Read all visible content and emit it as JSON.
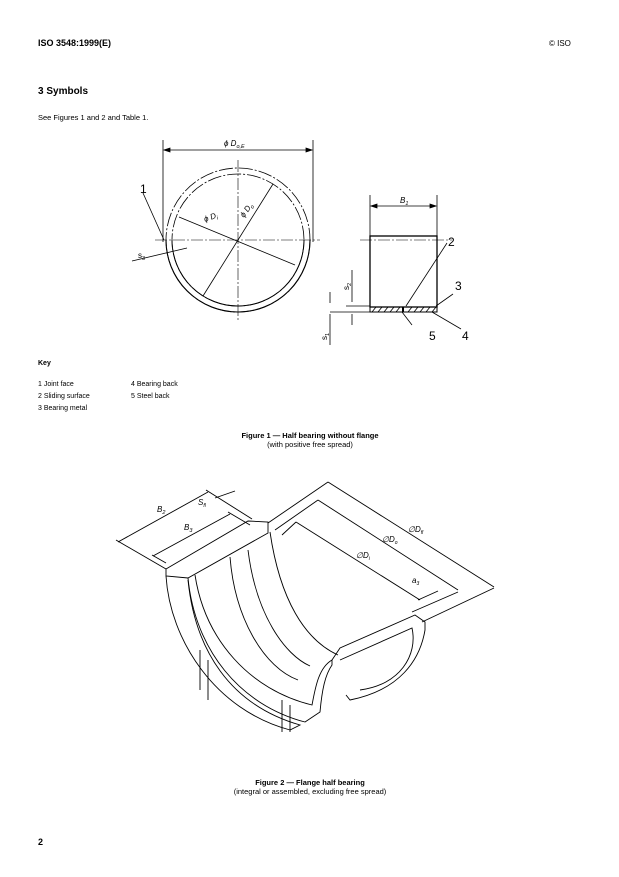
{
  "header": {
    "doc_id": "ISO 3548:1999(E)",
    "copyright": "© ISO"
  },
  "section": {
    "title": "3  Symbols",
    "intro": "See Figures 1 and 2 and Table 1."
  },
  "figure1": {
    "labels": {
      "d_oe": "ϕ D",
      "d_oe_sub": "o,E",
      "d_i": "ϕ D",
      "d_i_sub": "i",
      "d_o": "ϕ D",
      "d_o_sub": "o",
      "b1": "B",
      "b1_sub": "1",
      "s1": "s",
      "s1_sub": "1",
      "s2": "s",
      "s2_sub": "2",
      "s3": "s",
      "s3_sub": "3",
      "n1": "1",
      "n2": "2",
      "n3": "3",
      "n4": "4",
      "n5": "5"
    },
    "key_title": "Key",
    "key": [
      "1  Joint face",
      "2  Sliding surface",
      "3  Bearing metal",
      "4  Bearing back",
      "5  Steel back"
    ],
    "caption": "Figure 1 — Half bearing without flange",
    "subcaption": "(with positive free spread)"
  },
  "figure2": {
    "labels": {
      "b2": "B",
      "b2_sub": "2",
      "b3": "B",
      "b3_sub": "3",
      "s_fl": "S",
      "s_fl_sub": "fl",
      "d_fl": "∅D",
      "d_fl_sub": "fl",
      "d_o": "∅D",
      "d_o_sub": "o",
      "d_i": "∅D",
      "d_i_sub": "i",
      "a3": "a",
      "a3_sub": "3"
    },
    "caption": "Figure 2 — Flange half bearing",
    "subcaption": "(integral or assembled, excluding free spread)"
  },
  "page_number": "2"
}
